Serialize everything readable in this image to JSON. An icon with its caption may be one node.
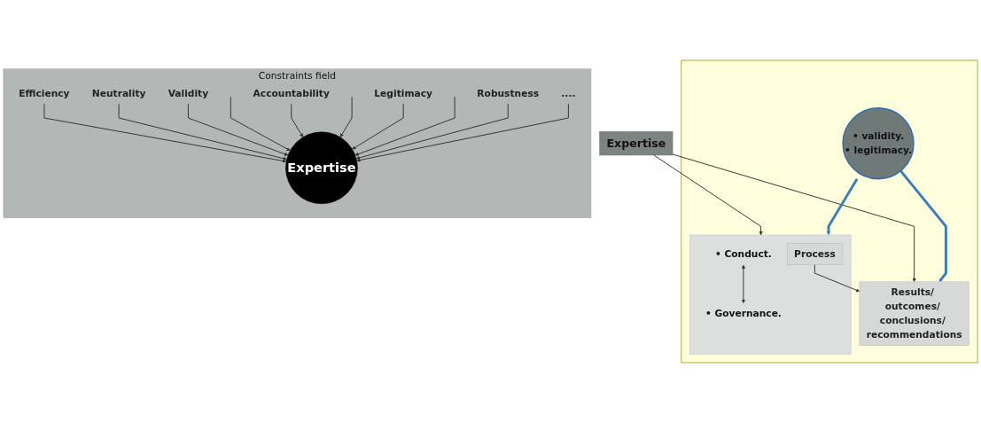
{
  "diagram": {
    "nodes": [
      {
        "text": [
          "Constraints field"
        ]
      },
      {
        "text": [
          "Efficiency"
        ],
        "in": 0
      },
      {
        "text": [
          "Neutrality"
        ],
        "in": 0
      },
      {
        "text": [
          "Validity"
        ],
        "in": 0
      },
      {
        "text": [
          "Accountability"
        ],
        "in": 0
      },
      {
        "text": [
          "Expertise"
        ],
        "in": 0
      },
      {
        "text": [
          "Legitimacy"
        ],
        "in": 0
      },
      {
        "text": [
          "Robustness"
        ],
        "in": 0
      },
      {
        "text": [
          "...."
        ],
        "in": 0
      },
      {
        "text": [
          "Expertise"
        ]
      },
      {
        "text": [],
        "shape": "box"
      },
      {
        "text": [],
        "shape": "box",
        "in": 10
      },
      {
        "text": [
          "Process"
        ],
        "in": 11
      },
      {
        "text": [
          "• Conduct."
        ],
        "in": 11
      },
      {
        "text": [
          "• Governance."
        ],
        "in": 11
      },
      {
        "text": [
          "Results/ outcomes/ conclusions/ recommendations"
        ],
        "in": 10
      },
      {
        "text": [
          "• validity.",
          "• legitimacy."
        ],
        "in": 10
      }
    ],
    "edges": [
      {
        "from": 1,
        "to": 5,
        "arrow": "to"
      },
      {
        "from": 2,
        "to": 5,
        "arrow": "to"
      },
      {
        "from": 3,
        "to": 5,
        "arrow": "to"
      },
      {
        "from": null,
        "to": 5,
        "arrow": "to"
      },
      {
        "from": 4,
        "to": 5,
        "arrow": "to"
      },
      {
        "from": null,
        "to": 5,
        "arrow": "to"
      },
      {
        "from": 6,
        "to": 5,
        "arrow": "to"
      },
      {
        "from": null,
        "to": 5,
        "arrow": "to"
      },
      {
        "from": 7,
        "to": 5,
        "arrow": "to"
      },
      {
        "from": 8,
        "to": 5,
        "arrow": "to"
      },
      {
        "from": 9,
        "to": 11,
        "arrow": "to"
      },
      {
        "from": 9,
        "to": 15,
        "arrow": "to"
      },
      {
        "from": 12,
        "to": 15,
        "arrow": "to"
      },
      {
        "from": 13,
        "to": 14,
        "arrow": "both"
      },
      {
        "from": 16,
        "to": 11,
        "arrow": "to",
        "style": "thick",
        "color": "#3b7bc0"
      },
      {
        "from": 16,
        "to": 15,
        "arrow": "to",
        "style": "thick",
        "color": "#3b7bc0"
      }
    ]
  }
}
